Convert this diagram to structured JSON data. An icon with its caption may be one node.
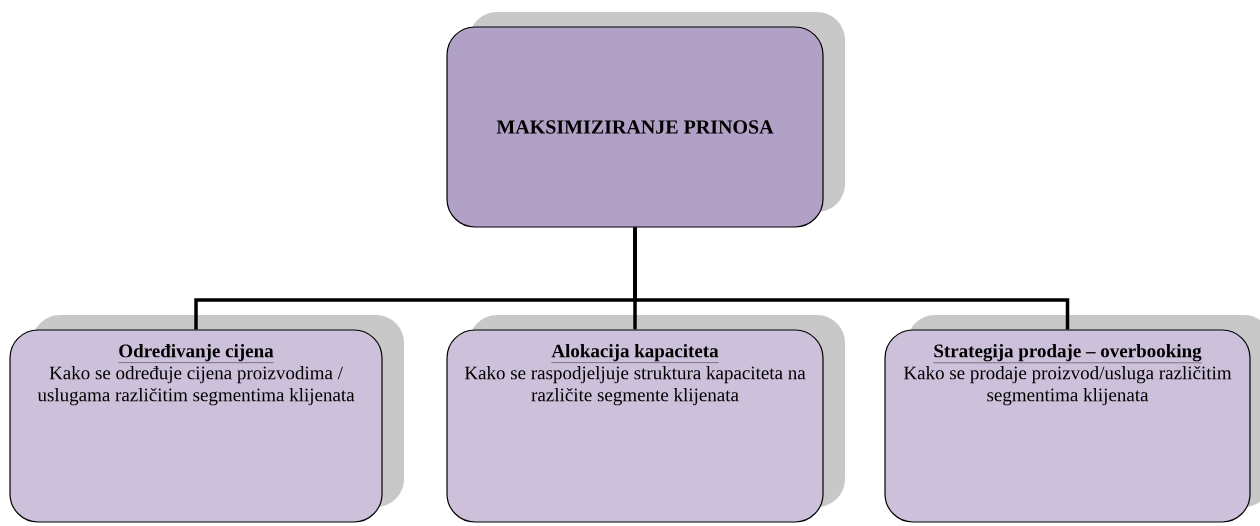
{
  "diagram": {
    "nodes": [
      {
        "text": [
          "MAKSIMIZIRANJE PRINOSA"
        ]
      },
      {
        "text": [
          "Određivanje cijena",
          "Kako se određuje cijena proizvodima / uslugama različitim segmentima klijenata"
        ]
      },
      {
        "text": [
          "Alokacija kapaciteta",
          "Kako se raspodjeljuje struktura kapaciteta na različite segmente klijenata"
        ]
      },
      {
        "text": [
          "Strategija prodaje – overbooking",
          "Kako se prodaje proizvod/usluga različitim segmentima klijenata"
        ]
      }
    ],
    "edges": [
      {
        "from": 0,
        "to": 1,
        "arrow": "none"
      },
      {
        "from": 0,
        "to": 2,
        "arrow": "none"
      },
      {
        "from": 0,
        "to": 3,
        "arrow": "none"
      }
    ]
  }
}
